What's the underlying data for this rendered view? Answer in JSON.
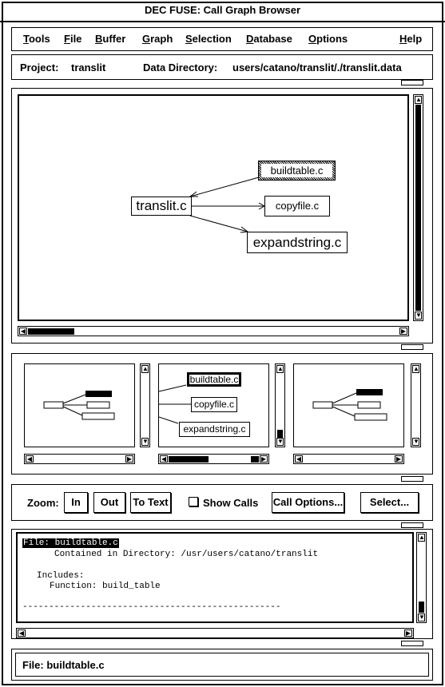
{
  "window": {
    "title": "DEC FUSE: Call Graph Browser"
  },
  "menubar": {
    "items": [
      "Tools",
      "File",
      "Buffer",
      "Graph",
      "Selection",
      "Database",
      "Options",
      "Help"
    ]
  },
  "project": {
    "label": "Project:",
    "value": "translit",
    "data_dir_label": "Data Directory:",
    "data_dir_value": "users/catano/translit/./translit.data"
  },
  "graph": {
    "root": "translit.c",
    "children": [
      "buildtable.c",
      "copyfile.c",
      "expandstring.c"
    ],
    "selected": "buildtable.c"
  },
  "thumbnails": {
    "middle_nodes": [
      "buildtable.c",
      "copyfile.c",
      "expandstring.c"
    ]
  },
  "zoombar": {
    "zoom_label": "Zoom:",
    "in_label": "In",
    "out_label": "Out",
    "to_text_label": "To Text",
    "show_calls_label": "Show Calls",
    "show_calls_checked": false,
    "call_options_label": "Call Options...",
    "select_label": "Select..."
  },
  "info": {
    "file_line": "File: buildtable.c",
    "dir_line": "Contained in Directory: /usr/users/catano/translit",
    "includes_line": "Includes:",
    "function_line": "Function:  build_table",
    "separator": "-------------------------------------------------"
  },
  "status": {
    "text": "File: buildtable.c"
  }
}
